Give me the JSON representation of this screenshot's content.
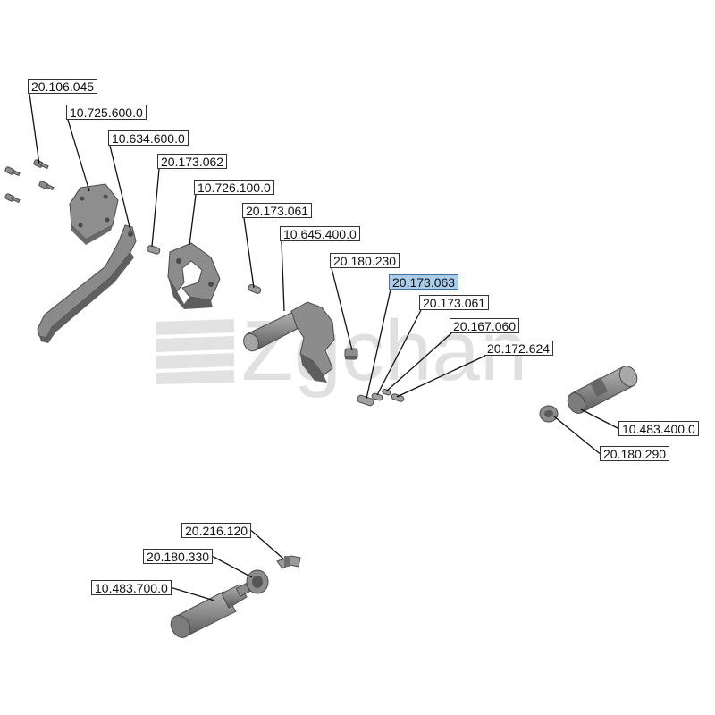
{
  "watermark": {
    "text": "Zgchan"
  },
  "selected_part": "20.173.063",
  "colors": {
    "highlight": "#a9cdea",
    "part_fill": "#8c8c8c",
    "part_dark": "#5e5e5e",
    "watermark": "#c8c8c8"
  },
  "callouts": [
    {
      "id": "20-106-045",
      "label": "20.106.045"
    },
    {
      "id": "10-725-600-0",
      "label": "10.725.600.0"
    },
    {
      "id": "10-634-600-0",
      "label": "10.634.600.0"
    },
    {
      "id": "20-173-062",
      "label": "20.173.062"
    },
    {
      "id": "10-726-100-0",
      "label": "10.726.100.0"
    },
    {
      "id": "20-173-061-a",
      "label": "20.173.061"
    },
    {
      "id": "10-645-400-0",
      "label": "10.645.400.0"
    },
    {
      "id": "20-180-230",
      "label": "20.180.230"
    },
    {
      "id": "20-173-063",
      "label": "20.173.063"
    },
    {
      "id": "20-173-061-b",
      "label": "20.173.061"
    },
    {
      "id": "20-167-060",
      "label": "20.167.060"
    },
    {
      "id": "20-172-624",
      "label": "20.172.624"
    },
    {
      "id": "10-483-400-0",
      "label": "10.483.400.0"
    },
    {
      "id": "20-180-290",
      "label": "20.180.290"
    },
    {
      "id": "20-216-120",
      "label": "20.216.120"
    },
    {
      "id": "20-180-330",
      "label": "20.180.330"
    },
    {
      "id": "10-483-700-0",
      "label": "10.483.700.0"
    }
  ]
}
